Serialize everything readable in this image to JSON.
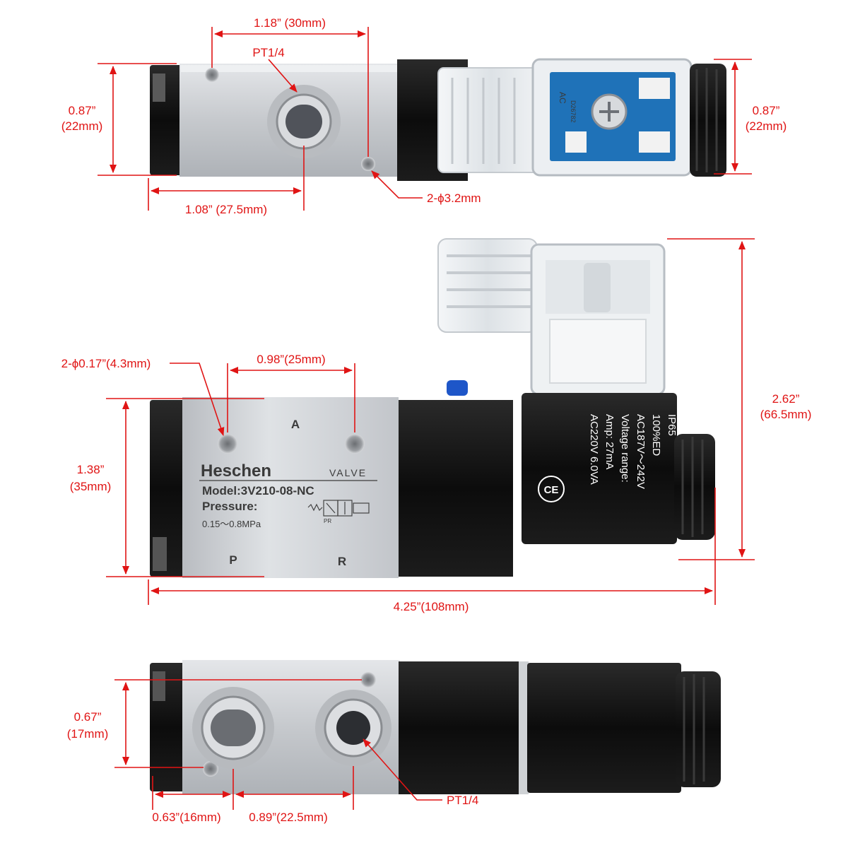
{
  "colors": {
    "dimension": "#e01414",
    "aluminum": "#c9ccd0",
    "black_part": "#111111",
    "connector_clear": "#e9edf0",
    "port_blue": "#1e56c8",
    "background": "#ffffff"
  },
  "top_view": {
    "dim_hole_spacing": "1.18” (30mm)",
    "dim_port_offset": "1.08” (27.5mm)",
    "dim_height_left_in": "0.87”",
    "dim_height_left_mm": "(22mm)",
    "dim_height_right_in": "0.87”",
    "dim_height_right_mm": "(22mm)",
    "port_thread": "PT1/4",
    "mount_holes": "2-ϕ3.2mm",
    "board_text": "AC",
    "board_code": "D26782"
  },
  "side_view": {
    "mount_holes": "2-ϕ0.17”(4.3mm)",
    "dim_hole_spacing": "0.98”(25mm)",
    "dim_height_in": "1.38”",
    "dim_height_mm": "(35mm)",
    "dim_total_height_in": "2.62”",
    "dim_total_height_mm": "(66.5mm)",
    "dim_total_length": "4.25”(108mm)",
    "port_a": "A",
    "port_p": "P",
    "port_r": "R",
    "brand": "Heschen",
    "valve": "VALVE",
    "model": "Model:3V210-08-NC",
    "pressure_label": "Pressure:",
    "pressure_range": "0.15～0.8MPa",
    "symbol_letters": "PR",
    "coil_lines": [
      "AC220V  6.0VA",
      "Amp:     27mA",
      "Voltage range:",
      "AC187V～242V",
      "100%ED",
      "IP65"
    ],
    "ce_mark": "CE"
  },
  "bottom_view": {
    "dim_height_in": "0.67”",
    "dim_height_mm": "(17mm)",
    "dim_hole_offset": "0.63”(16mm)",
    "dim_port_spacing": "0.89”(22.5mm)",
    "port_thread": "PT1/4"
  }
}
